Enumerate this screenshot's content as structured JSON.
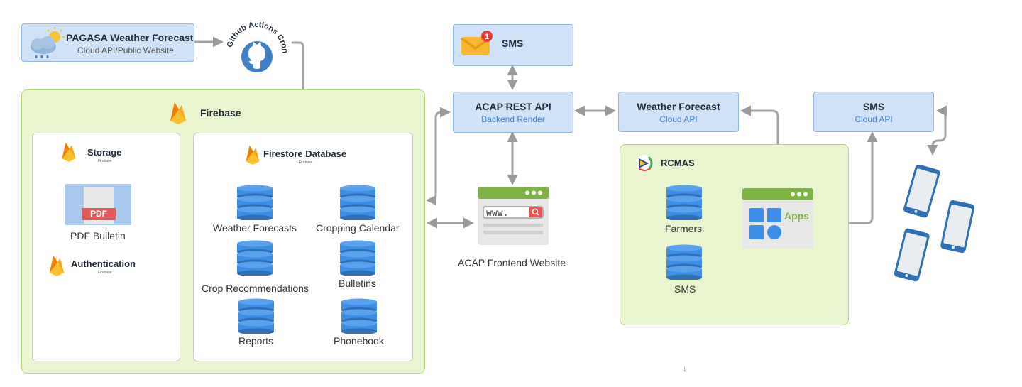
{
  "pagasa": {
    "title": "PAGASA Weather Forecast",
    "subtitle": "Cloud API/Public Website"
  },
  "github": {
    "label": "Github Actions Cron"
  },
  "firebase": {
    "title": "Firebase",
    "storage": {
      "title": "Storage",
      "sub": "Firebase"
    },
    "pdf": {
      "badge": "PDF",
      "label": "PDF Bulletin"
    },
    "auth": {
      "title": "Authentication",
      "sub": "Firebase"
    },
    "firestore": {
      "title": "Firestore Database",
      "sub": "Firebase",
      "collections": [
        "Weather Forecasts",
        "Cropping Calendar",
        "Crop Recommendations",
        "Bulletins",
        "Reports",
        "Phonebook"
      ]
    }
  },
  "sms_top": {
    "label": "SMS",
    "badge": "1"
  },
  "acap_api": {
    "title": "ACAP REST API",
    "subtitle": "Backend Render"
  },
  "weather_api": {
    "title": "Weather Forecast",
    "subtitle": "Cloud API"
  },
  "sms_api": {
    "title": "SMS",
    "subtitle": "Cloud API"
  },
  "frontend": {
    "url": "www.",
    "label": "ACAP Frontend Website"
  },
  "rcmas": {
    "title": "RCMAS",
    "farmers": "Farmers",
    "sms": "SMS",
    "apps": "Apps"
  },
  "footer_mark": "↓",
  "colors": {
    "blue_box": "#cfe2f7",
    "green_box": "#e9f5cf",
    "db_blue": "#4a90d9",
    "arrow": "#9a9a9a",
    "firebase_orange": "#f5a623"
  }
}
